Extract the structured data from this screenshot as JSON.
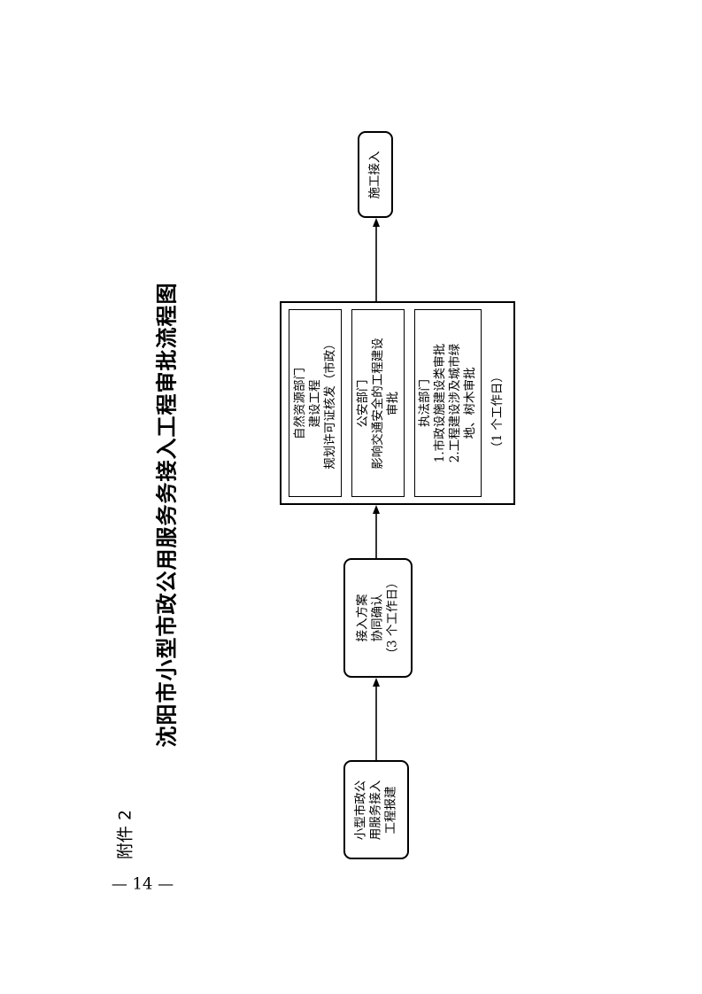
{
  "header": {
    "attachment": "附件 2",
    "title": "沈阳市小型市政公用服务务接入工程审批流程图",
    "page_number": "— 14 —"
  },
  "flow": {
    "step1": {
      "lines": [
        "小型市政公",
        "用服务接入",
        "工程报建"
      ]
    },
    "step2": {
      "lines": [
        "接入方案",
        "协同确认",
        "（3 个工作日）"
      ]
    },
    "step3": {
      "panel1": {
        "lines": [
          "自然资源部门",
          "建设工程",
          "规划许可证核发（市政）"
        ]
      },
      "panel2": {
        "lines": [
          "公安部门",
          "影响交通安全的工程建设",
          "审批"
        ]
      },
      "panel3": {
        "lines": [
          "执法部门",
          "1.市政设施建设类审批",
          "2.工程建设涉及城市绿",
          "地、树木审批"
        ]
      },
      "duration": "（1 个工作日）"
    },
    "step4": {
      "lines": [
        "施工接入"
      ]
    }
  }
}
